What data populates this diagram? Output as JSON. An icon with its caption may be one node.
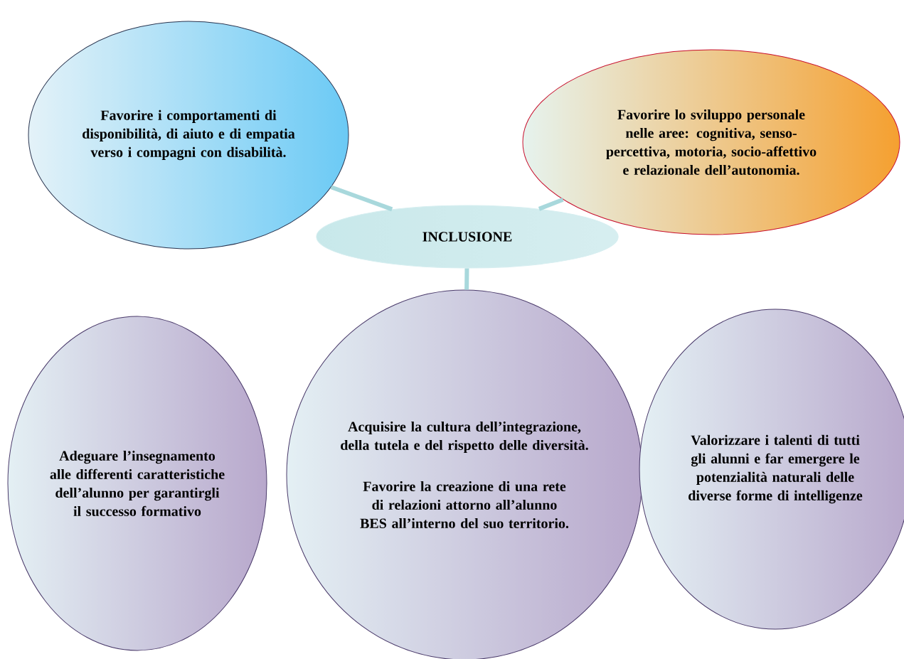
{
  "diagram": {
    "nodes": [
      {
        "text": [
          "INCLUSIONE"
        ]
      },
      {
        "text": [
          "Favorire i comportamenti di disponibilità, di aiuto e di empatia verso i compagni con disabilità."
        ]
      },
      {
        "text": [
          "Favorire lo sviluppo personale nelle aree: cognitiva, senso-percettiva, motoria, socio-affettivo e relazionale dell’autonomia."
        ]
      },
      {
        "text": [
          "Adeguare l’insegnamento alle differenti caratteristiche dell’alunno per garantirgli il successo formativo"
        ]
      },
      {
        "text": [
          "Acquisire la cultura dell’integrazione, della tutela e del rispetto delle diversità.",
          "Favorire la creazione di una rete di relazioni attorno all’alunno BES all’interno del suo territorio."
        ]
      },
      {
        "text": [
          "Valorizzare i talenti di tutti gli alunni e far emergere le potenzialità naturali delle diverse forme di intelligenze"
        ]
      }
    ],
    "edges": [
      {
        "from": 0,
        "to": 1,
        "arrow": "none"
      },
      {
        "from": 0,
        "to": 2,
        "arrow": "none"
      },
      {
        "from": 0,
        "to": 4,
        "arrow": "none"
      }
    ]
  }
}
